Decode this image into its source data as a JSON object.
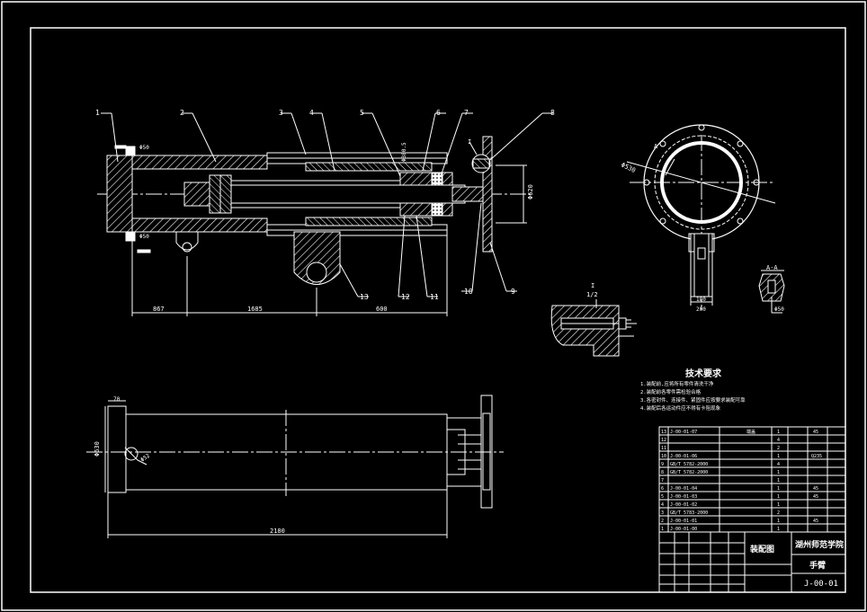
{
  "balloons": [
    "1",
    "2",
    "3",
    "4",
    "5",
    "6",
    "7",
    "8",
    "9",
    "10",
    "11",
    "12",
    "13"
  ],
  "detail": {
    "label": "I",
    "scale": "1/2"
  },
  "section": {
    "label": "A-A",
    "mark": "A"
  },
  "dimensions": {
    "bottom_left": "867",
    "bottom_mid": "1685",
    "bottom_right": "600",
    "height_right": "Φ620",
    "bore": "Φ380.5",
    "circle_dia": "Φ530",
    "stub": "Φ50",
    "width_small": "70",
    "plan_len": "2180",
    "plan_width": "Φ630",
    "plan_hole": "Φ52",
    "lug_w": "180",
    "lug_h": "200",
    "detail_dim": "7"
  },
  "tech": {
    "title": "技术要求",
    "items": [
      "1.装配前,应将所有零件清洗干净",
      "2.装配前各零件需检验合格",
      "3.各密封件、连接件、紧固件应按要求装配可靠",
      "4.装配后各运动件应不得有卡阻现象"
    ]
  },
  "bom": {
    "rows": [
      {
        "no": "13",
        "code": "J-00-01-07",
        "name": "端盖",
        "qty": "1",
        "mat": "45"
      },
      {
        "no": "12",
        "code": "",
        "name": "",
        "qty": "4",
        "mat": ""
      },
      {
        "no": "11",
        "code": "",
        "name": "",
        "qty": "2",
        "mat": ""
      },
      {
        "no": "10",
        "code": "J-00-01-06",
        "name": "",
        "qty": "1",
        "mat": "Q235"
      },
      {
        "no": "9",
        "code": "GB/T 5782-2000",
        "name": "",
        "qty": "4",
        "mat": ""
      },
      {
        "no": "8",
        "code": "GB/T 5782-2000",
        "name": "",
        "qty": "1",
        "mat": ""
      },
      {
        "no": "7",
        "code": "",
        "name": "",
        "qty": "1",
        "mat": ""
      },
      {
        "no": "6",
        "code": "J-00-01-04",
        "name": "",
        "qty": "1",
        "mat": "45"
      },
      {
        "no": "5",
        "code": "J-00-01-03",
        "name": "",
        "qty": "1",
        "mat": "45"
      },
      {
        "no": "4",
        "code": "J-00-01-02",
        "name": "",
        "qty": "1",
        "mat": ""
      },
      {
        "no": "3",
        "code": "GB/T 5783-2000",
        "name": "",
        "qty": "2",
        "mat": ""
      },
      {
        "no": "2",
        "code": "J-00-01-01",
        "name": "",
        "qty": "1",
        "mat": "45"
      },
      {
        "no": "1",
        "code": "J-00-01-00",
        "name": "",
        "qty": "1",
        "mat": ""
      }
    ]
  },
  "title_block": {
    "drawing_type": "装配图",
    "company": "湖州师范学院",
    "part_name": "手臂",
    "drawing_no": "J-00-01"
  },
  "colors": {
    "background": "#000000",
    "line": "#ffffff",
    "accent": "#ffffff"
  }
}
